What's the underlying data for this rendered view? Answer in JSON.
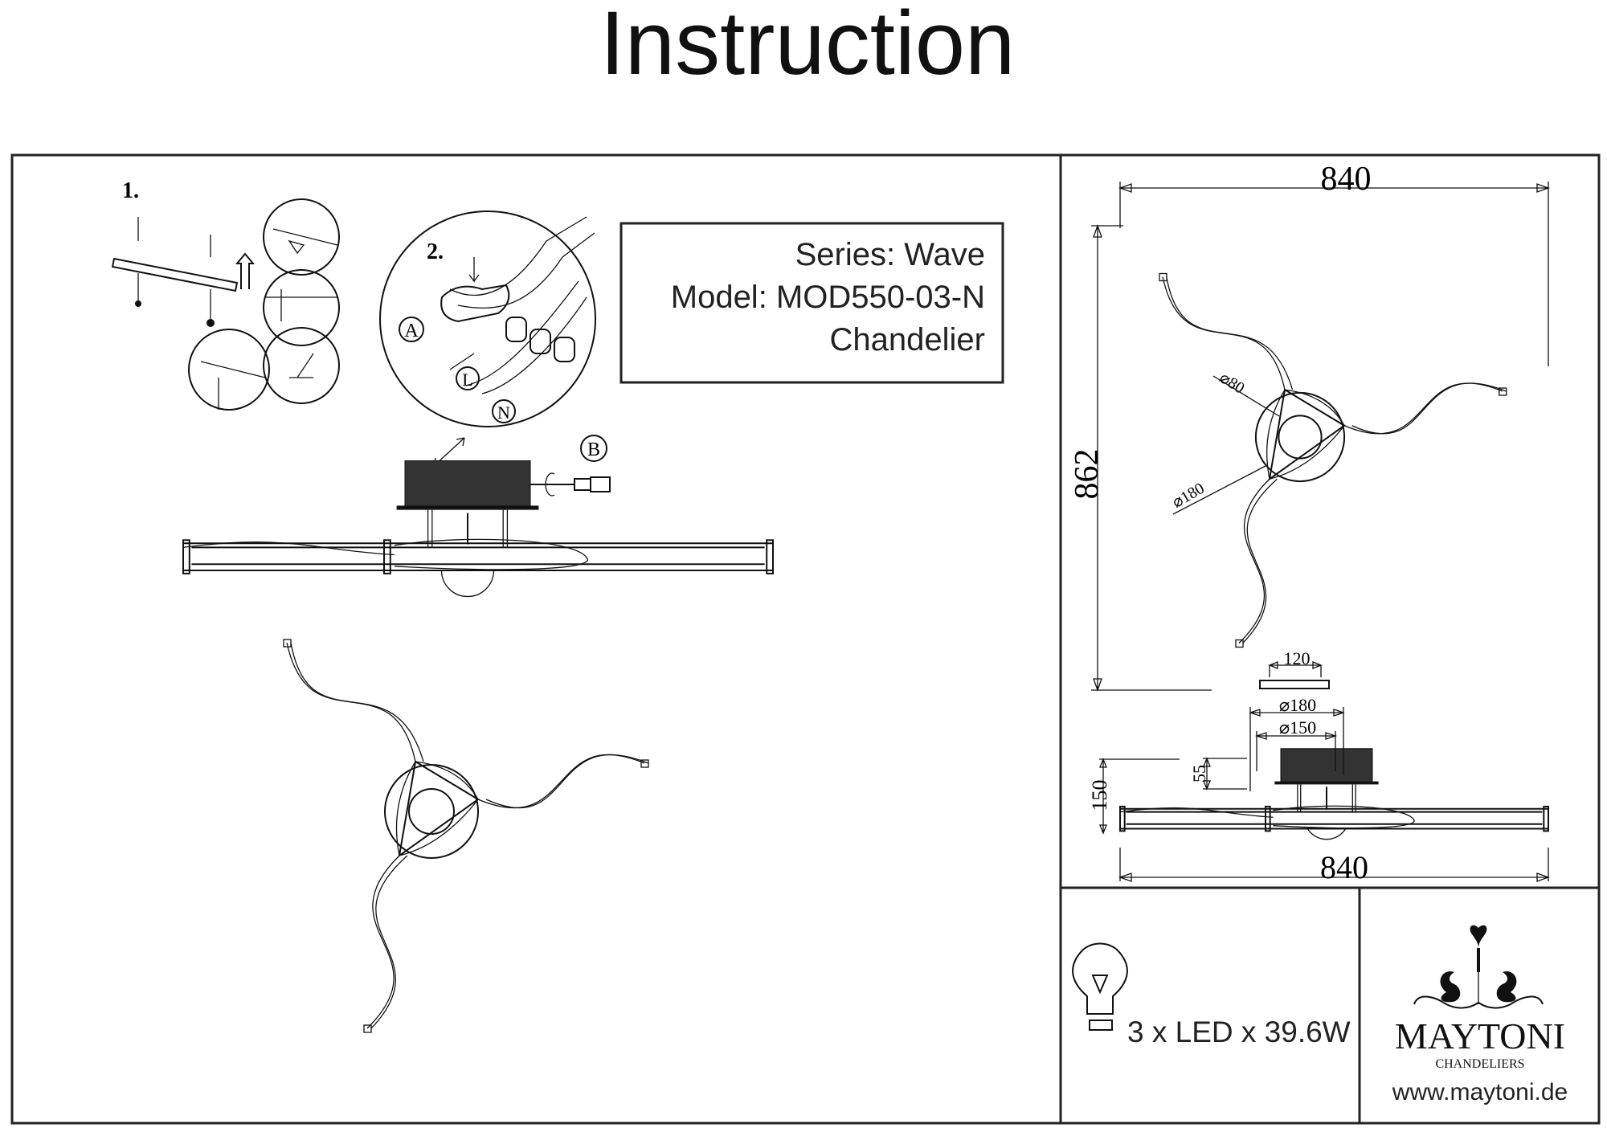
{
  "title": "Instruction",
  "specs": {
    "series": "Series: Wave",
    "model": "Model: MOD550-03-N",
    "type": "Chandelier"
  },
  "steps": {
    "step1": "1.",
    "step2": "2.",
    "label_a": "A",
    "label_b": "B",
    "label_l": "L",
    "label_n": "N"
  },
  "dimensions": {
    "top_width": "840",
    "top_depth": "862",
    "canopy_dia": "⌀80",
    "body_dia": "⌀180",
    "bracket": "120",
    "base_dia_180": "⌀180",
    "base_dia_150": "⌀150",
    "canopy_height": "55",
    "total_height": "150",
    "side_width": "840"
  },
  "lamp": {
    "icon": "light-bulb-icon",
    "text": "3 x LED x 39.6W"
  },
  "brand": {
    "name": "MAYTONI",
    "tagline": "CHANDELIERS",
    "url": "www.maytoni.de"
  }
}
